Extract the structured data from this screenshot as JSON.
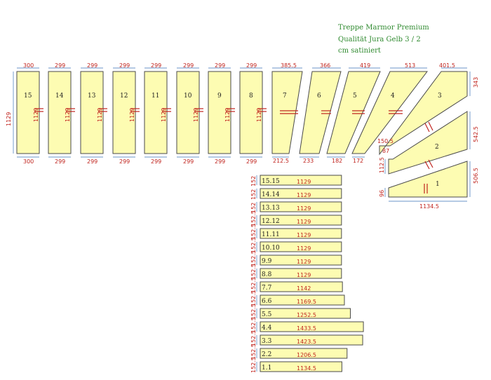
{
  "header": {
    "line1": "Treppe Marmor Premium",
    "line2": "Qualität Jura Gelb 3 / 2",
    "line3": "cm satiniert"
  },
  "treads": [
    {
      "num": "15",
      "top": "300",
      "bottom": "300",
      "side": "1129",
      "inner": "1129"
    },
    {
      "num": "14",
      "top": "299",
      "bottom": "299",
      "inner": "1129"
    },
    {
      "num": "13",
      "top": "299",
      "bottom": "299",
      "inner": "1129"
    },
    {
      "num": "12",
      "top": "299",
      "bottom": "299",
      "inner": "1129"
    },
    {
      "num": "11",
      "top": "299",
      "bottom": "299",
      "inner": "1129"
    },
    {
      "num": "10",
      "top": "299",
      "bottom": "299",
      "inner": "1129"
    },
    {
      "num": "9",
      "top": "299",
      "bottom": "299",
      "inner": "1129"
    },
    {
      "num": "8",
      "top": "299",
      "bottom": "299",
      "inner": "1129"
    },
    {
      "num": "7",
      "top": "385.5",
      "bottom": "212.5"
    },
    {
      "num": "6",
      "top": "366",
      "bottom": "233"
    },
    {
      "num": "5",
      "top": "419",
      "bottom": "182"
    },
    {
      "num": "4",
      "top": "513",
      "bottom": "172",
      "extra1": "150.5",
      "extra2": "87"
    },
    {
      "num": "3",
      "top": "401.5",
      "side": "343"
    },
    {
      "num": "2",
      "side": "542.5",
      "extra": "112.5"
    },
    {
      "num": "1",
      "side": "506.5",
      "left": "96",
      "bottom": "1134.5"
    }
  ],
  "risers": [
    {
      "label": "15.15",
      "length": "1129",
      "height": "152"
    },
    {
      "label": "14.14",
      "length": "1129",
      "height": "152"
    },
    {
      "label": "13.13",
      "length": "1129",
      "height": "152"
    },
    {
      "label": "12.12",
      "length": "1129",
      "height": "152.5"
    },
    {
      "label": "11.11",
      "length": "1129",
      "height": "152.5"
    },
    {
      "label": "10.10",
      "length": "1129",
      "height": "152.5"
    },
    {
      "label": "9.9",
      "length": "1129",
      "height": "152.5"
    },
    {
      "label": "8.8",
      "length": "1129",
      "height": "152.5"
    },
    {
      "label": "7.7",
      "length": "1142",
      "height": "152.5"
    },
    {
      "label": "6.6",
      "length": "1169.5",
      "height": "152.5"
    },
    {
      "label": "5.5",
      "length": "1252.5",
      "height": "152.5"
    },
    {
      "label": "4.4",
      "length": "1433.5",
      "height": "152.5"
    },
    {
      "label": "3.3",
      "length": "1423.5",
      "height": "152.5"
    },
    {
      "label": "2.2",
      "length": "1206.5",
      "height": "152.5"
    },
    {
      "label": "1.1",
      "length": "1134.5",
      "height": "152.5"
    }
  ]
}
